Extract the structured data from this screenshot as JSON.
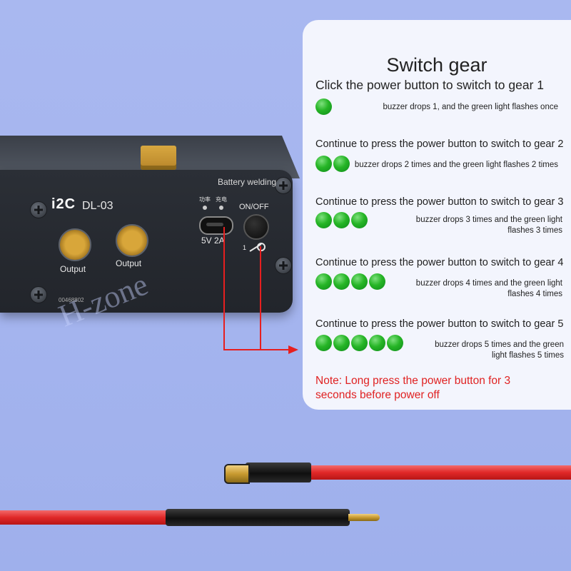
{
  "device": {
    "logo": "i2C",
    "model": "DL-03",
    "battery_welding_label": "Battery welding",
    "output_left_label": "Output",
    "output_right_label": "Output",
    "cn_power": "功率",
    "cn_charge": "充电",
    "voltage_label": "5V  2A",
    "onoff_label": "ON/OFF",
    "gear_label": "1",
    "serial": "00468802"
  },
  "watermark": "H-zone",
  "panel": {
    "title": "Switch gear",
    "sections": [
      {
        "heading": "Click the power button to switch to gear 1",
        "dots": 1,
        "desc": "buzzer drops 1, and the green light flashes once"
      },
      {
        "heading": "Continue to press the power button to switch to gear 2",
        "dots": 2,
        "desc": "buzzer drops 2 times and the green light flashes 2 times"
      },
      {
        "heading": "Continue to press the power button to switch to gear 3",
        "dots": 3,
        "desc_line1": "buzzer drops 3 times and the green light",
        "desc_line2": "flashes 3 times"
      },
      {
        "heading": "Continue to press the power button to switch to gear 4",
        "dots": 4,
        "desc_line1": "buzzer drops 4 times and the green light",
        "desc_line2": "flashes 4 times"
      },
      {
        "heading": "Continue to press the power button to switch to gear 5",
        "dots": 5,
        "desc_line1": "buzzer drops 5 times and the green",
        "desc_line2": "light flashes 5 times"
      }
    ],
    "note_line1": "Note: Long press the power button for 3",
    "note_line2": "seconds before power off"
  },
  "colors": {
    "led_green": "#26b526",
    "note_red": "#e02222",
    "pointer_red": "#e61f1f",
    "background": "#a6b5ef"
  }
}
